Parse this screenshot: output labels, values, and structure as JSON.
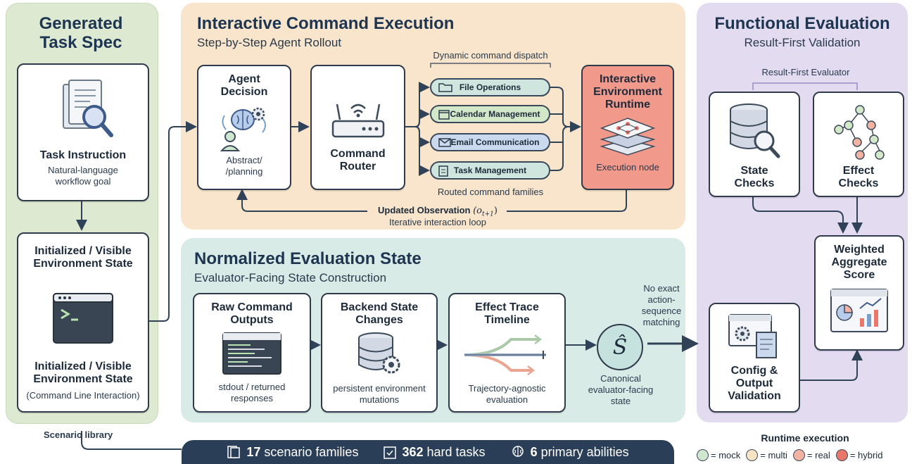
{
  "left": {
    "title": "Generated Task Spec",
    "task_title": "Task Instruction",
    "task_desc": "Natural-language workflow goal",
    "state_title_top": "Initialized / Visible Environment State",
    "state_title_bottom": "Initialized / Visible Environment State",
    "state_desc": "(Command Line Interaction)",
    "scenario_label": "Scenario library"
  },
  "exec": {
    "title": "Interactive Command Execution",
    "subtitle": "Step-by-Step Agent Rollout",
    "dispatch_label": "Dynamic command dispatch",
    "agent_title": "Agent Decision",
    "agent_desc": "Abstract/ /planning",
    "router_title": "Command Router",
    "families": [
      "File Operations",
      "Calendar Management",
      "Email Communication",
      "Task Management"
    ],
    "families_label": "Routed command families",
    "runtime_title": "Interactive Environment Runtime",
    "runtime_desc": "Execution node",
    "obs_label": "Updated Observation",
    "obs_math": "(o",
    "obs_sub": "t+1",
    "obs_close": ")",
    "loop_label": "Iterative interaction loop"
  },
  "norm": {
    "title": "Normalized Evaluation State",
    "subtitle": "Evaluator-Facing State Construction",
    "raw_title": "Raw Command Outputs",
    "raw_desc": "stdout / returned responses",
    "backend_title": "Backend State Changes",
    "backend_desc": "persistent environment mutations",
    "trace_title": "Effect Trace Timeline",
    "trace_desc": "Trajectory-agnostic evaluation",
    "s_symbol": "Ŝ",
    "s_desc": "Canonical evaluator-facing state",
    "no_match": "No exact action-sequence matching"
  },
  "func": {
    "title": "Functional Evaluation",
    "subtitle": "Result-First Validation",
    "evaluator_label": "Result-First Evaluator",
    "state_checks": "State Checks",
    "effect_checks": "Effect Checks",
    "weighted": "Weighted Aggregate Score",
    "config": "Config & Output Validation"
  },
  "stats": {
    "n1": "17",
    "t1": "scenario families",
    "n2": "362",
    "t2": "hard tasks",
    "n3": "6",
    "t3": "primary abilities"
  },
  "legend": {
    "title": "Runtime execution",
    "items": [
      {
        "label": "= mock",
        "color": "#cfe6cf"
      },
      {
        "label": "= multi",
        "color": "#f6e3c4"
      },
      {
        "label": "= real",
        "color": "#f2b3a3"
      },
      {
        "label": "= hybrid",
        "color": "#e9786a"
      }
    ]
  },
  "colors": {
    "green_panel": "#dde9d1",
    "orange_panel": "#f8e5cb",
    "teal_panel": "#d9ebe6",
    "purple_panel": "#e3dcf1",
    "runtime": "#f1998a",
    "stats_bar": "#2a3e57"
  },
  "icons": [
    "document-search-icon",
    "terminal-icon",
    "brain-gear-icon",
    "router-icon",
    "folder-icon",
    "calendar-icon",
    "mail-icon",
    "clipboard-icon",
    "layers-icon",
    "code-window-icon",
    "database-gear-icon",
    "trace-icon",
    "database-search-icon",
    "tree-icon",
    "dashboard-icon",
    "config-icon"
  ]
}
